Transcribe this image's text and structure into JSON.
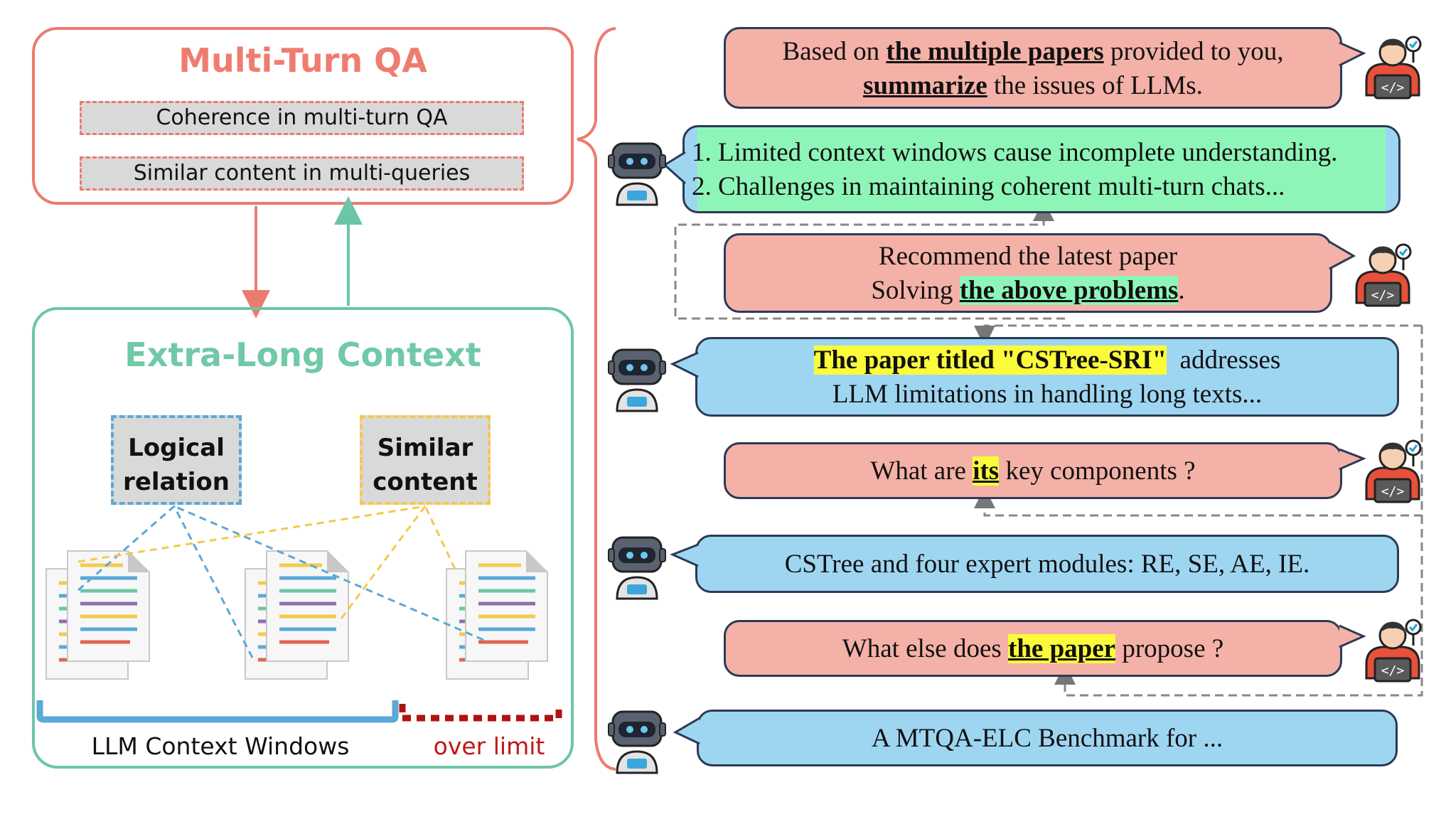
{
  "multi_turn_qa": {
    "title": "Multi-Turn QA",
    "items": [
      "Coherence in multi-turn QA",
      "Similar content in multi-queries"
    ]
  },
  "extra_long_context": {
    "title": "Extra-Long Context",
    "logical_relation": [
      "Logical",
      "relation"
    ],
    "similar_content": [
      "Similar",
      "content"
    ],
    "context_windows_label": "LLM Context Windows",
    "over_limit_label": "over limit"
  },
  "dialogue": {
    "u1": {
      "pre": "Based on ",
      "bold": "the multiple papers",
      "post": " provided to you,",
      "line2_bold": "summarize",
      "line2_post": " the issues of LLMs."
    },
    "b1": {
      "line1": "1. Limited context windows cause incomplete understanding.",
      "line2": "2. Challenges in maintaining coherent multi-turn chats..."
    },
    "u2": {
      "line1": "Recommend the latest paper",
      "pre": "Solving ",
      "bold": "the above problems",
      "post": "."
    },
    "b2": {
      "bold": "The paper titled \"CSTree-SRI\"",
      "post": "  addresses",
      "line2": "LLM limitations in handling long texts..."
    },
    "u3": {
      "pre": "What are ",
      "bold": "its",
      "post": " key components ?"
    },
    "b3": {
      "text": "CSTree and four expert modules: RE, SE, AE, IE."
    },
    "u4": {
      "pre": "What else does ",
      "bold": "the paper",
      "post": " propose ?"
    },
    "b4": {
      "text": "A MTQA-ELC Benchmark for ..."
    }
  },
  "colors": {
    "qa_red": "#ec7b6e",
    "elc_green": "#6cc6a6",
    "user_bubble": "#f4b1a7",
    "bot_bubble": "#9ed6f2",
    "highlight_yellow": "#fbfb3a",
    "highlight_green": "#8ef5b8",
    "line_blue": "#5aa9d6",
    "line_yellow": "#f5c94c"
  }
}
